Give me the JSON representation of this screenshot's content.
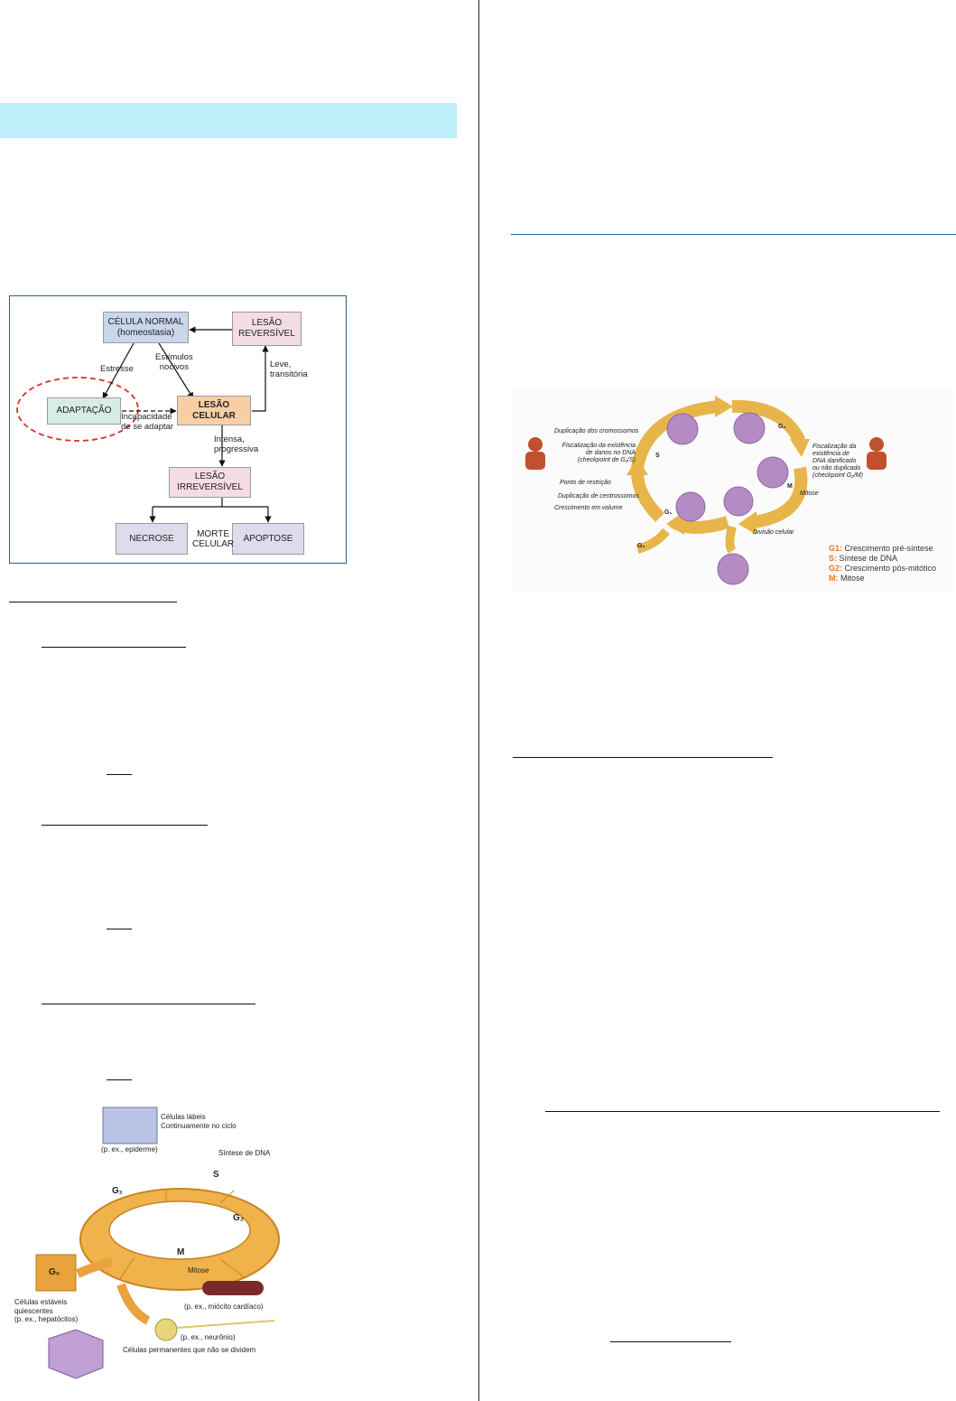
{
  "diagram1": {
    "normal_line1": "CÉLULA NORMAL",
    "normal_line2": "(homeostasia)",
    "reversible_line1": "LESÃO",
    "reversible_line2": "REVERSÍVEL",
    "adaptation": "ADAPTAÇÃO",
    "injury_line1": "LESÃO",
    "injury_line2": "CELULAR",
    "irreversible_line1": "LESÃO",
    "irreversible_line2": "IRREVERSÍVEL",
    "necrosis": "NECROSE",
    "apoptosis": "APOPTOSE",
    "death_line1": "MORTE",
    "death_line2": "CELULAR",
    "stress": "Estresse",
    "noxious_line1": "Estímulos",
    "noxious_line2": "nocivos",
    "mild_line1": "Leve,",
    "mild_line2": "transitória",
    "unable_line1": "Incapacidade",
    "unable_line2": "de se adaptar",
    "severe_line1": "Intensa,",
    "severe_line2": "progressiva",
    "colors": {
      "border": "#2c5f86",
      "ellipse": "#d9302a",
      "normal_fill": "#c9d7ea",
      "reversible_fill": "#f3dde2",
      "adaptation_fill": "#d6ece5",
      "injury_fill": "#f8cfa5",
      "irreversible_fill": "#f3dde2",
      "death_fill": "#dcdcec"
    }
  },
  "cell_cycle_diagram": {
    "s": "S",
    "g2": "G₂",
    "m": "M",
    "g1": "G₁",
    "g0": "G₀",
    "dup_chromosomes": "Duplicação dos cromossomos",
    "checkpoint_g1s_1": "Fiscalização da existência",
    "checkpoint_g1s_2": "de danos no DNA",
    "checkpoint_g1s_3": "(checkpoint de G₁/S)",
    "restriction_point": "Ponto de restrição",
    "dup_centrosomes": "Duplicação de centrossomos",
    "growth_volume": "Crescimento em volume",
    "checkpoint_g2m_1": "Fiscalização da",
    "checkpoint_g2m_2": "existência de",
    "checkpoint_g2m_3": "DNA danificado",
    "checkpoint_g2m_4": "ou não duplicado",
    "checkpoint_g2m_5": "(checkpoint G₂/M)",
    "mitosis": "Mitose",
    "cell_division": "Divisão celular",
    "legend": [
      {
        "key": "G1:",
        "text": " Crescimento pré-síntese"
      },
      {
        "key": "S:",
        "text": " Síntese de DNA"
      },
      {
        "key": "G2:",
        "text": " Crescimento pós-mitótico"
      },
      {
        "key": "M:",
        "text": " Mitose"
      }
    ],
    "colors": {
      "arrow": "#e8b54a",
      "cell": "#b48bc4",
      "police": "#c0502e"
    }
  },
  "cell_types_diagram": {
    "labile_line1": "Células lábeis",
    "labile_line2": "Continuamente no ciclo",
    "epidermis": "(p. ex., epiderme)",
    "dna_synthesis": "Síntese de DNA",
    "s": "S",
    "g1": "G₁",
    "g2": "G₂",
    "m": "M",
    "g0": "G₀",
    "mitosis": "Mitose",
    "stable_line1": "Células estáveis",
    "stable_line2": "quiescentes",
    "stable_line3": "(p. ex., hepatócitos)",
    "cardiac": "(p. ex., miócito cardíaco)",
    "neuron": "(p. ex., neurônio)",
    "permanent": "Células permanentes que não se dividem",
    "colors": {
      "ring": "#f0b24a",
      "ring_dark": "#c98420",
      "box": "#e9a23c"
    }
  }
}
